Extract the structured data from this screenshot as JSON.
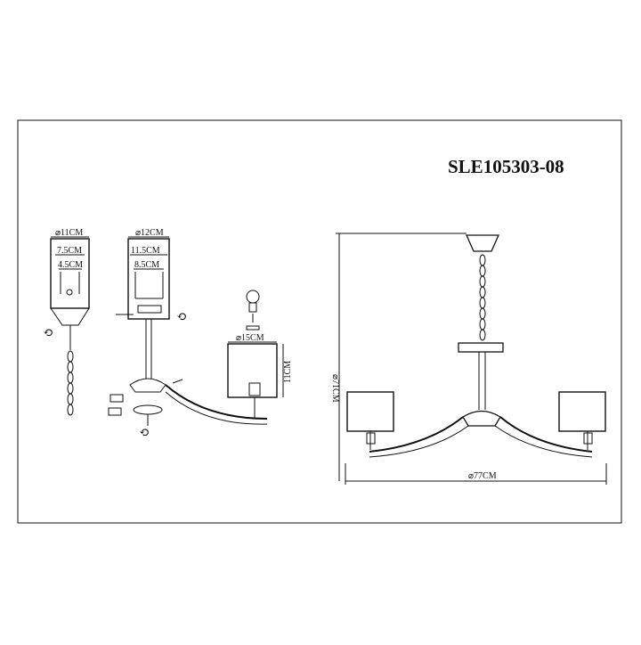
{
  "model": "SLE105303-08",
  "dimensions": {
    "ceiling_cup_diameter": "⌀11CM",
    "ceiling_cup_inner_1": "7.5CM",
    "ceiling_cup_inner_2": "4.5CM",
    "mount_diameter": "⌀12CM",
    "mount_inner_1": "11.5CM",
    "mount_inner_2": "8.5CM",
    "shade_diameter": "⌀15CM",
    "shade_height": "11CM",
    "total_height": "⌀71CM",
    "total_width": "⌀77CM"
  }
}
